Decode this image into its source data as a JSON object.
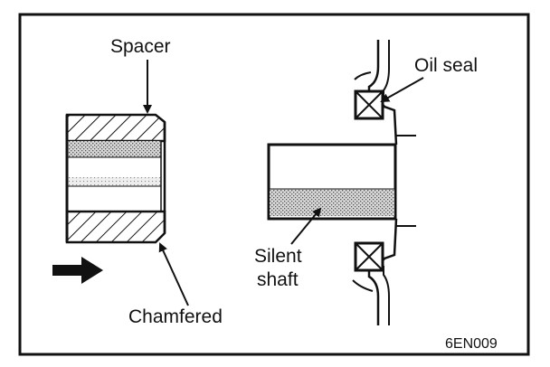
{
  "figure": {
    "labels": {
      "spacer": "Spacer",
      "oil_seal": "Oil seal",
      "silent_shaft_line1": "Silent",
      "silent_shaft_line2": "shaft",
      "chamfered": "Chamfered"
    },
    "figure_code": "6EN009"
  },
  "icons": {
    "direction": "right-arrow-icon"
  },
  "colors": {
    "ink": "#111111",
    "background": "#ffffff",
    "stipple": "#777777"
  }
}
